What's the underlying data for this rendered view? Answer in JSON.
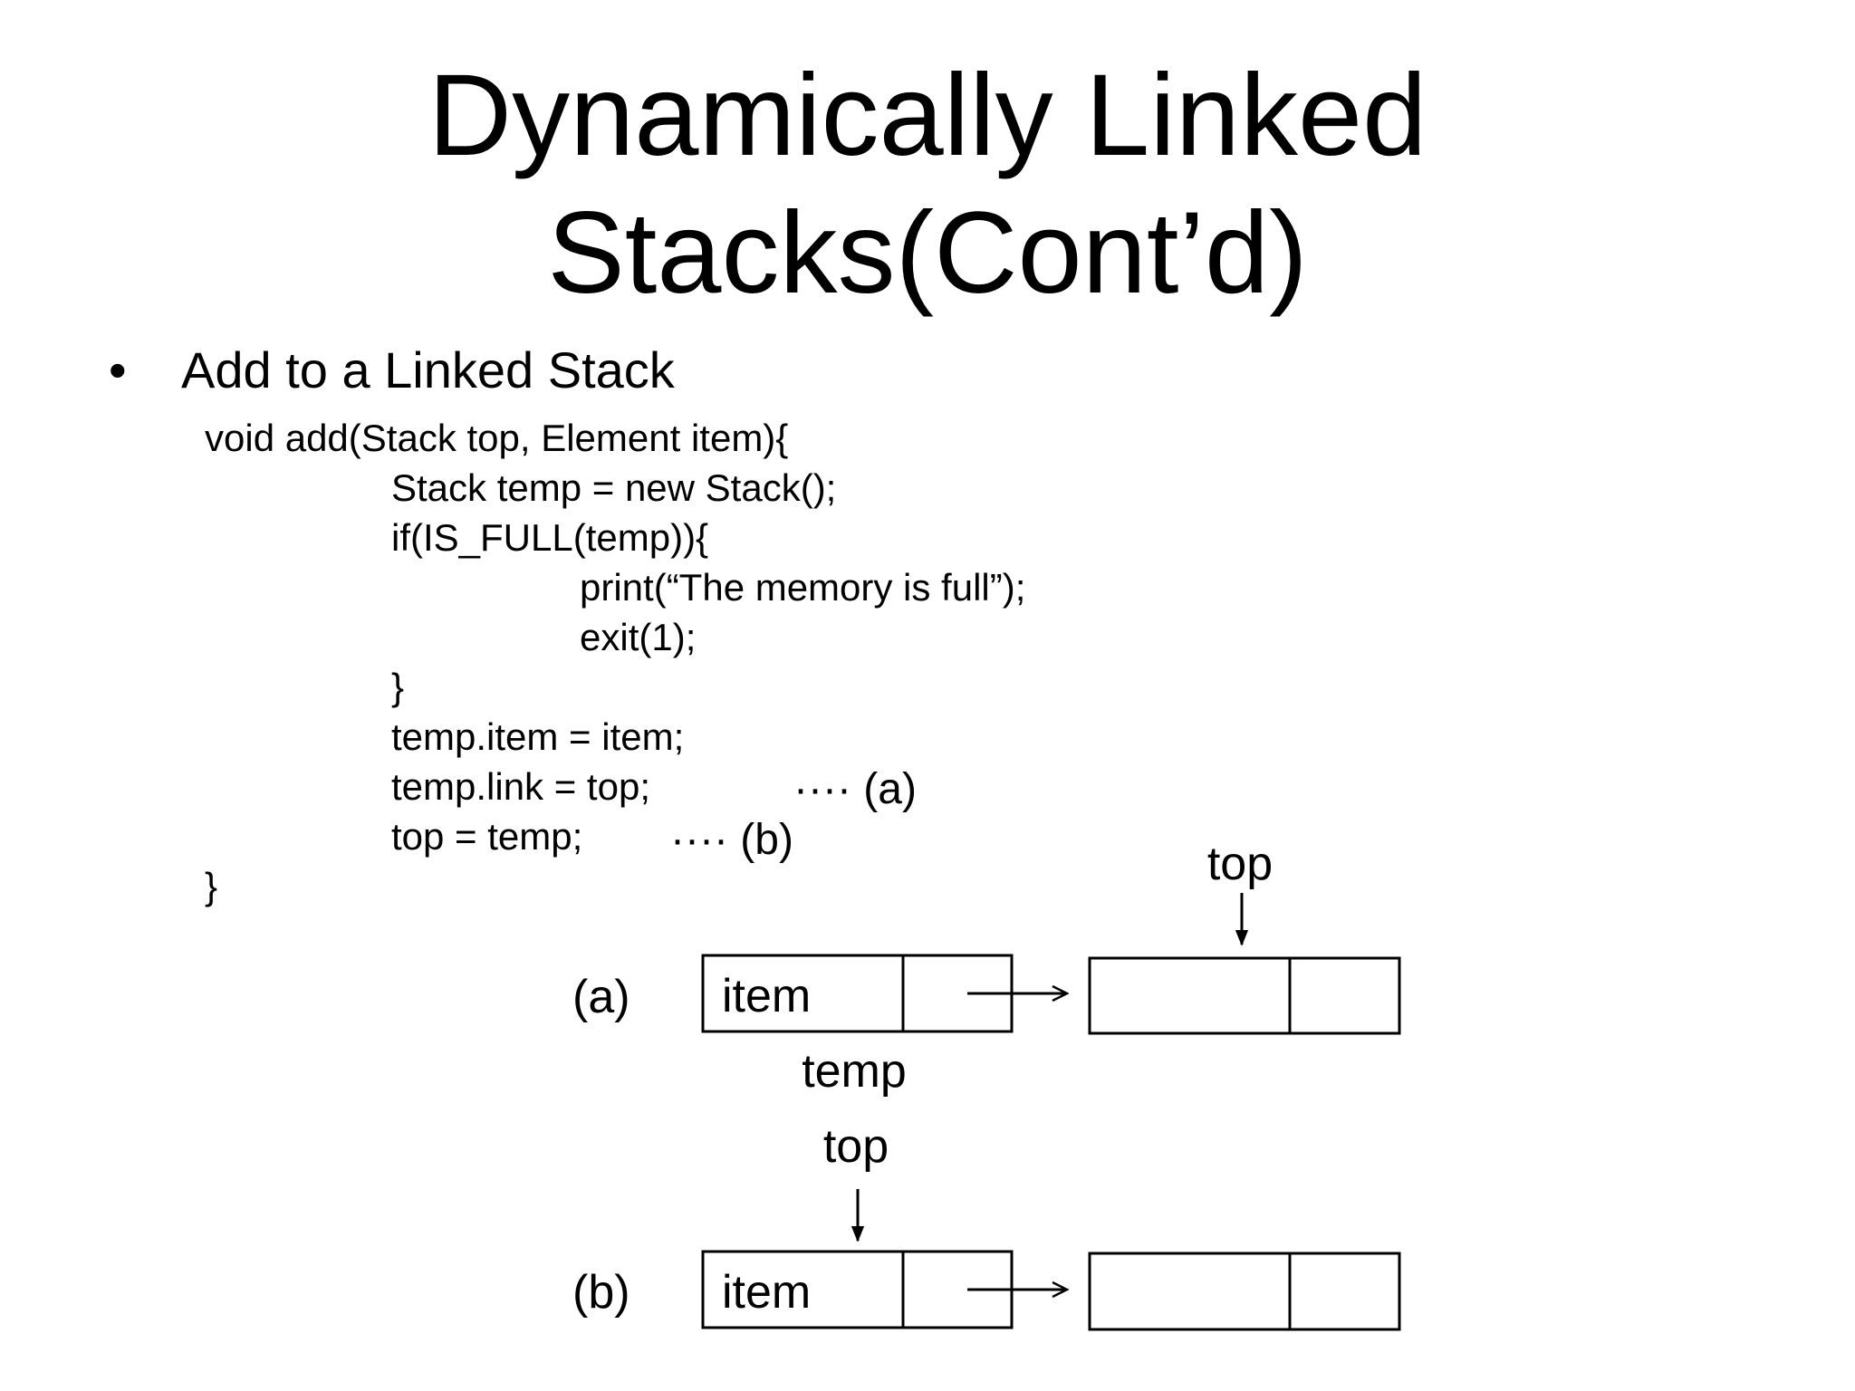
{
  "slide": {
    "title_line1": "Dynamically Linked",
    "title_line2": "Stacks(Cont’d)",
    "bullet_symbol": "•",
    "bullet_text": "Add to a Linked Stack"
  },
  "code": [
    "void add(Stack top, Element item){",
    "Stack temp = new Stack();",
    "if(IS_FULL(temp)){",
    "print(“The memory is full”);",
    "exit(1);",
    "}",
    "temp.item = item;",
    "temp.link = top;",
    "top = temp;",
    "}"
  ],
  "annotations": {
    "marker_a": "···· (a)",
    "marker_b": "···· (b)"
  },
  "diagram": {
    "a": {
      "label": "(a)",
      "node_text": "item",
      "under_label": "temp",
      "pointer_label": "top"
    },
    "b": {
      "label": "(b)",
      "node_text": "item",
      "pointer_label": "top"
    }
  }
}
